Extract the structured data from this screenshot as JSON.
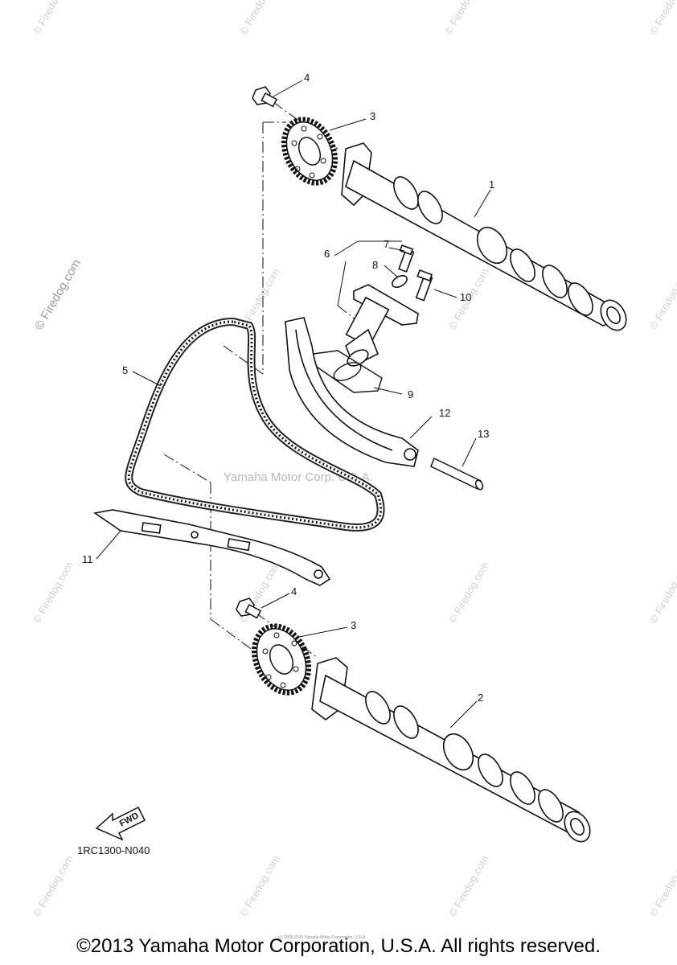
{
  "watermarks": {
    "site_small": "© Firedog.com",
    "site_large": "© Firedog.com",
    "center": "Yamaha Motor Corp. U.S.A."
  },
  "callouts": [
    "1",
    "2",
    "3",
    "3",
    "4",
    "4",
    "5",
    "6",
    "7",
    "8",
    "9",
    "10",
    "11",
    "12",
    "13"
  ],
  "fwd_label": "FWD",
  "diagram_code": "1RC1300-N040",
  "small_print": "(c) 2005-2016 Yamaha Motor Corporation, U.S.A.",
  "copyright": "©2013 Yamaha Motor Corporation, U.S.A. All rights reserved."
}
